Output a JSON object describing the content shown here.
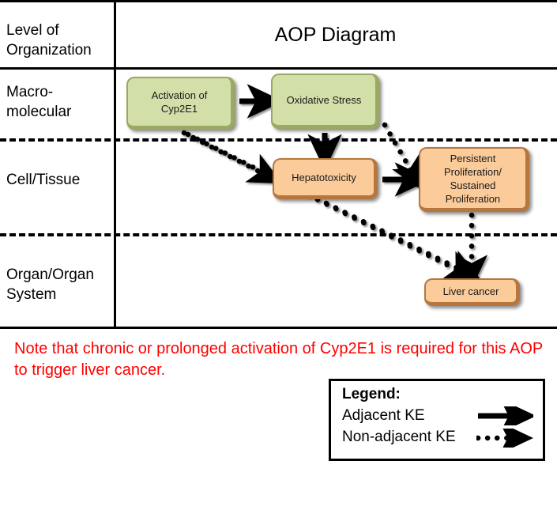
{
  "diagram": {
    "title": "AOP Diagram",
    "header_label": "Level of Organization",
    "header_label_line1": "Level of",
    "header_label_line2": "Organization",
    "rows": [
      {
        "id": "macro",
        "label_line1": "Macro-",
        "label_line2": "molecular"
      },
      {
        "id": "cell",
        "label_line1": "Cell/Tissue",
        "label_line2": ""
      },
      {
        "id": "organ",
        "label_line1": "Organ/Organ",
        "label_line2": "System"
      }
    ],
    "nodes": [
      {
        "id": "cyp2e1",
        "line1": "Activation of",
        "line2": "Cyp2E1",
        "line3": "",
        "line4": "",
        "color": "#d3dfa8",
        "row": "macro"
      },
      {
        "id": "oxidative",
        "line1": "Oxidative Stress",
        "line2": "",
        "line3": "",
        "line4": "",
        "color": "#d3dfa8",
        "row": "macro"
      },
      {
        "id": "hepato",
        "line1": "Hepatotoxicity",
        "line2": "",
        "line3": "",
        "line4": "",
        "color": "#fbcb9a",
        "row": "cell"
      },
      {
        "id": "prolif",
        "line1": "Persistent",
        "line2": "Proliferation/",
        "line3": "Sustained",
        "line4": "Proliferation",
        "color": "#fbcb9a",
        "row": "cell"
      },
      {
        "id": "liver",
        "line1": "Liver cancer",
        "line2": "",
        "line3": "",
        "line4": "",
        "color": "#fbcb9a",
        "row": "organ"
      }
    ],
    "edges": [
      {
        "from": "cyp2e1",
        "to": "oxidative",
        "type": "adjacent"
      },
      {
        "from": "oxidative",
        "to": "hepato",
        "type": "adjacent"
      },
      {
        "from": "hepato",
        "to": "prolif",
        "type": "adjacent"
      },
      {
        "from": "cyp2e1",
        "to": "hepato",
        "type": "non-adjacent"
      },
      {
        "from": "oxidative",
        "to": "prolif",
        "type": "non-adjacent"
      },
      {
        "from": "cyp2e1",
        "to": "liver",
        "type": "non-adjacent"
      },
      {
        "from": "hepato",
        "to": "liver",
        "type": "non-adjacent"
      },
      {
        "from": "prolif",
        "to": "liver",
        "type": "non-adjacent"
      }
    ]
  },
  "note": {
    "text": "Note that chronic or prolonged activation of Cyp2E1 is required for this AOP to trigger liver cancer.",
    "color": "#ff0000"
  },
  "legend": {
    "title": "Legend:",
    "adjacent_label": "Adjacent KE",
    "nonadjacent_label": "Non-adjacent KE"
  }
}
